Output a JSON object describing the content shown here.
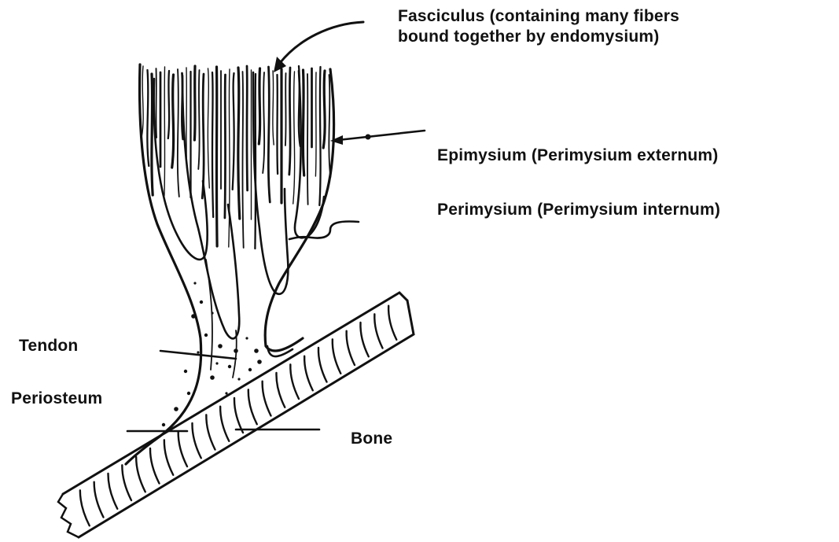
{
  "labels": {
    "fasciculus": {
      "line1": "Fasciculus (containing many fibers",
      "line2": "bound together by endomysium)"
    },
    "epimysium": "Epimysium (Perimysium externum)",
    "perimysium": "Perimysium (Perimysium internum)",
    "tendon": "Tendon",
    "periosteum": "Periosteum",
    "bone": "Bone"
  },
  "colors": {
    "ink": "#111111",
    "background": "#ffffff"
  }
}
